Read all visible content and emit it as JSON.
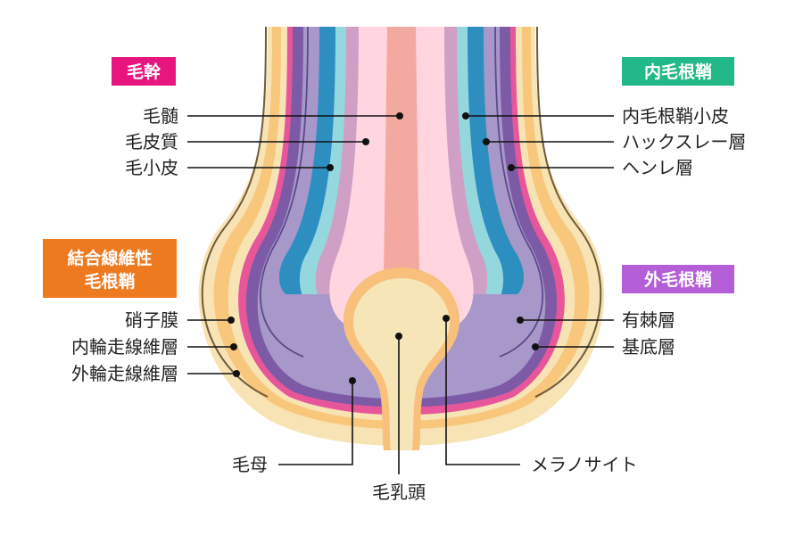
{
  "colors": {
    "shaft_group": "#e8157f",
    "inner_sheath_group": "#22b887",
    "connective_group": "#ee7a20",
    "outer_sheath_group": "#b45ed8",
    "connective_outer": "#f7e3b4",
    "connective_edge": "#f8c77c",
    "glassy": "#e8569a",
    "basal": "#7d5aa6",
    "spinous": "#a898ca",
    "henle": "#2d8fc0",
    "huxley": "#94d8de",
    "inner_cuticle": "#cf9fc6",
    "cortex": "#ffd6e0",
    "medulla": "#f3a9a0",
    "papilla": "#f6e5b6",
    "melanocyte": "#f8c07a"
  },
  "groups": {
    "shaft": "毛幹",
    "inner_root_sheath": "内毛根鞘",
    "connective_line1": "結合線維性",
    "connective_line2": "毛根鞘",
    "outer_root_sheath": "外毛根鞘"
  },
  "labels": {
    "medulla": "毛髄",
    "cortex": "毛皮質",
    "cuticle": "毛小皮",
    "inner_cuticle": "内毛根鞘小皮",
    "huxley": "ハックスレー層",
    "henle": "ヘンレ層",
    "glassy": "硝子膜",
    "inner_fiber": "内輪走線維層",
    "outer_fiber": "外輪走線維層",
    "spinous": "有棘層",
    "basal": "基底層",
    "matrix": "毛母",
    "papilla": "毛乳頭",
    "melanocyte": "メラノサイト"
  }
}
